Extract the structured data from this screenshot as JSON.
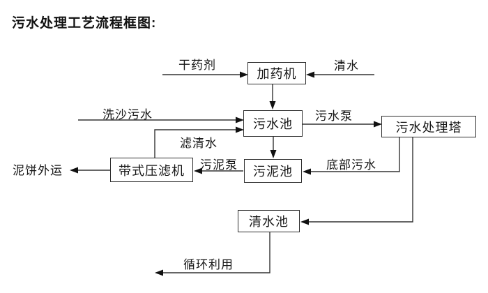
{
  "title": "污水处理工艺流程框图:",
  "colors": {
    "background": "#ffffff",
    "line": "#333333",
    "arrowhead": "#111111",
    "box_border": "#2e2e2e",
    "text": "#161616"
  },
  "nodes": [
    {
      "id": "dosing-machine",
      "label": "加药机"
    },
    {
      "id": "sewage-pool",
      "label": "污水池"
    },
    {
      "id": "treatment-tower",
      "label": "污水处理塔"
    },
    {
      "id": "belt-filter-press",
      "label": "带式压滤机"
    },
    {
      "id": "sludge-pool",
      "label": "污泥池"
    },
    {
      "id": "clean-water-pool",
      "label": "清水池"
    }
  ],
  "flow_labels": [
    {
      "id": "dry-agent",
      "label": "干药剂"
    },
    {
      "id": "clean-water",
      "label": "清水"
    },
    {
      "id": "sand-wash-sewage",
      "label": "洗沙污水"
    },
    {
      "id": "sewage-pump",
      "label": "污水泵"
    },
    {
      "id": "filtered-water",
      "label": "滤清水"
    },
    {
      "id": "sludge-pump",
      "label": "污泥泵"
    },
    {
      "id": "bottom-sewage",
      "label": "底部污水"
    },
    {
      "id": "mud-cake-out",
      "label": "泥饼外运"
    },
    {
      "id": "recycle-use",
      "label": "循环利用"
    }
  ],
  "edges": [
    {
      "from": "干药剂",
      "to": "加药机",
      "label": ""
    },
    {
      "from": "清水",
      "to": "加药机",
      "label": ""
    },
    {
      "from": "加药机",
      "to": "污水池",
      "label": ""
    },
    {
      "from": "洗沙污水",
      "to": "污水池",
      "label": ""
    },
    {
      "from": "带式压滤机",
      "to": "污水池",
      "label": "滤清水"
    },
    {
      "from": "污水池",
      "to": "污水处理塔",
      "label": "污水泵"
    },
    {
      "from": "污水池",
      "to": "污泥池",
      "label": ""
    },
    {
      "from": "污水处理塔",
      "to": "污泥池",
      "label": "底部污水"
    },
    {
      "from": "污泥池",
      "to": "带式压滤机",
      "label": "污泥泵"
    },
    {
      "from": "带式压滤机",
      "to": "泥饼外运",
      "label": ""
    },
    {
      "from": "污水处理塔",
      "to": "清水池",
      "label": ""
    },
    {
      "from": "清水池",
      "to": "循环利用",
      "label": ""
    }
  ]
}
